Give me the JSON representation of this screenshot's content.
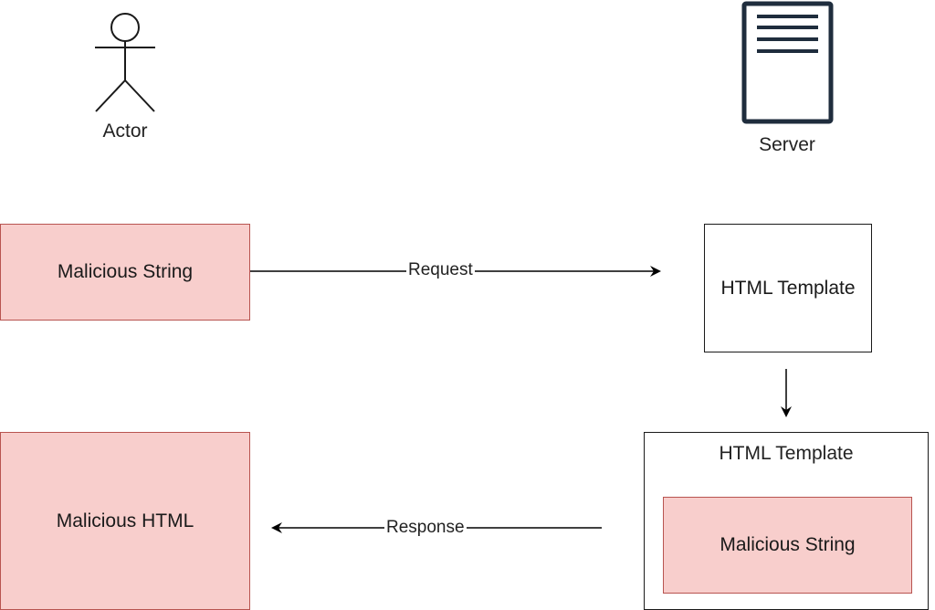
{
  "actor": {
    "label": "Actor"
  },
  "server": {
    "label": "Server"
  },
  "nodes": {
    "malicious_string_left": "Malicious String",
    "html_template_top": "HTML Template",
    "html_template_container": "HTML Template",
    "malicious_string_inner": "Malicious String",
    "malicious_html": "Malicious HTML"
  },
  "edges": {
    "request": "Request",
    "response": "Response"
  },
  "colors": {
    "pink_fill": "#f8cecc",
    "pink_stroke": "#b85450",
    "server_stroke": "#1f2d3d"
  }
}
